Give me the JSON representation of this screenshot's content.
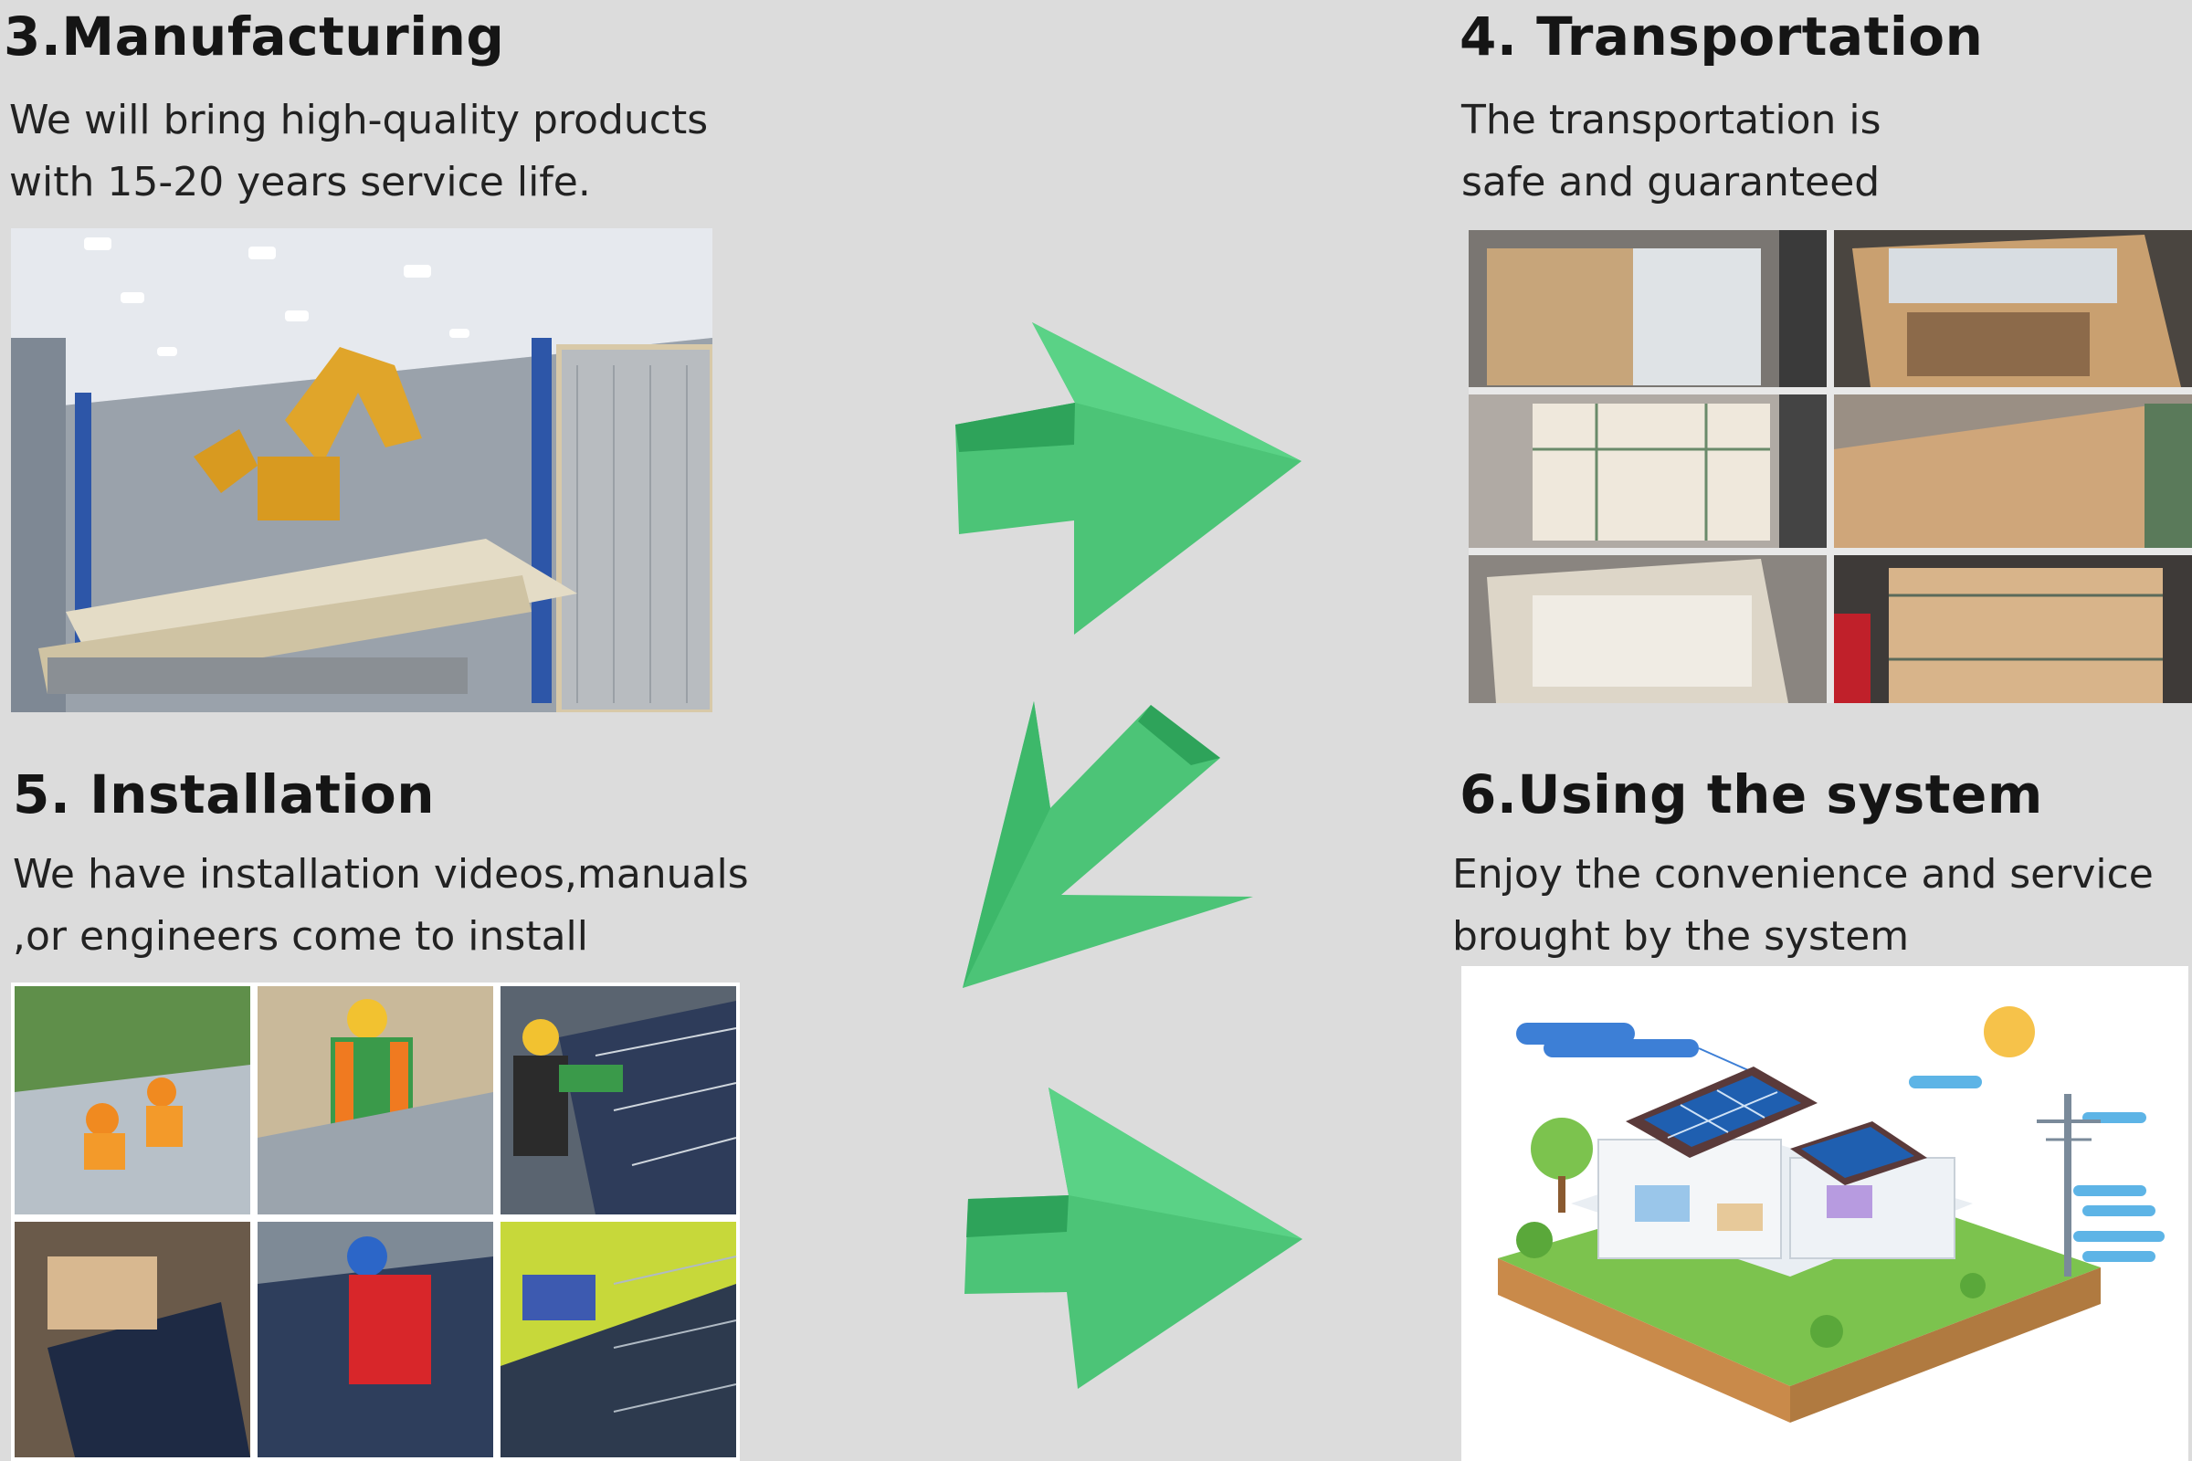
{
  "steps": [
    {
      "title": "3.Manufacturing",
      "desc": "We will bring high-quality products\n with 15-20 years service life."
    },
    {
      "title": "4. Transportation",
      "desc": "The transportation is\nsafe and guaranteed"
    },
    {
      "title": "5. Installation",
      "desc": "We have installation videos,manuals\n,or engineers come to install"
    },
    {
      "title": "6.Using the system",
      "desc": "Enjoy the convenience and service\nbrought by the system"
    }
  ],
  "colors": {
    "background": "#dcdcdc",
    "arrow_light": "#4cc477",
    "arrow_dark": "#2ea35a"
  },
  "icons": [
    "arrow-right-icon",
    "arrow-down-left-icon"
  ]
}
